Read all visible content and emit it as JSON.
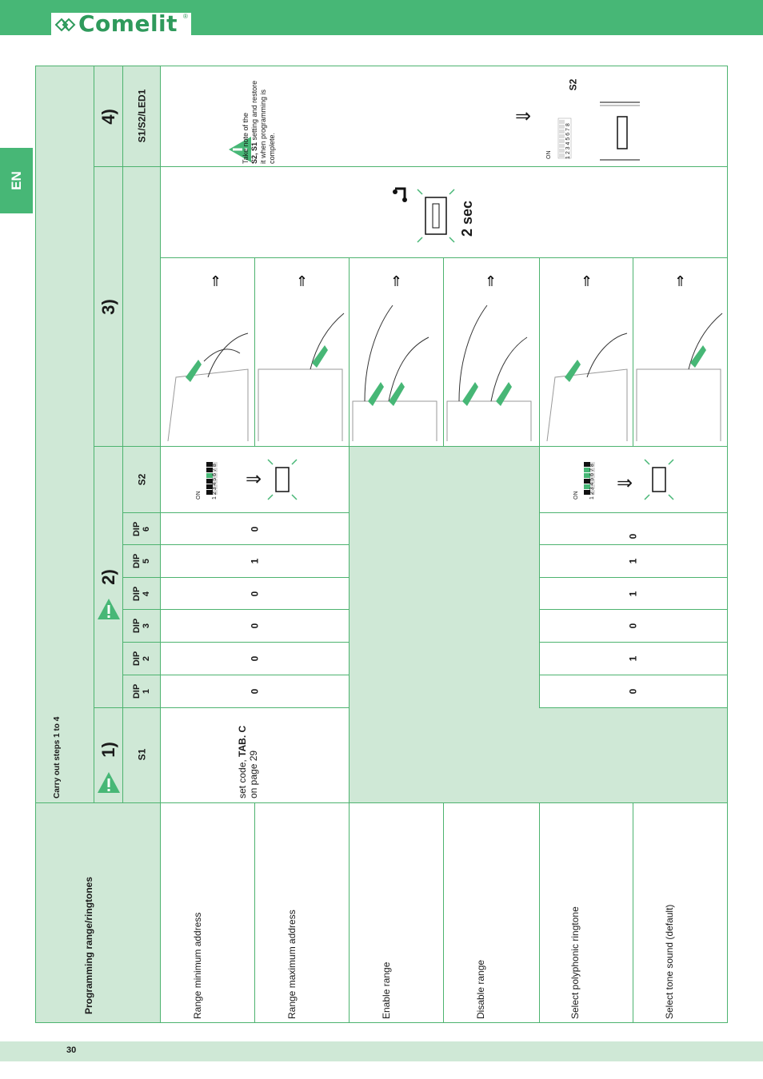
{
  "header": {
    "brand": "Comelit",
    "registered": "®"
  },
  "language_tab": "EN",
  "page_number": "30",
  "section_title": "Programming range/ringtones",
  "instruction": "Carry out steps 1 to 4",
  "steps": {
    "s1": "1)",
    "s2": "2)",
    "s3": "3)",
    "s4": "4)"
  },
  "columns": {
    "s1": "S1",
    "dip1": "DIP 1",
    "dip2": "DIP 2",
    "dip3": "DIP 3",
    "dip4": "DIP 4",
    "dip5": "DIP 5",
    "dip6": "DIP 6",
    "s2": "S2",
    "s1s2led1": "S1/S2/LED1"
  },
  "set_code": {
    "line1": "set  code,",
    "bold": "TAB. C",
    "line2": "on page 29"
  },
  "rows": [
    {
      "label": "Range minimum address"
    },
    {
      "label": "Range maximum address"
    },
    {
      "label": "Enable range"
    },
    {
      "label": "Disable range"
    },
    {
      "label": "Select polyphonic ringtone"
    },
    {
      "label": "Select tone sound (default)"
    }
  ],
  "dip_group_range": {
    "dip1": "0",
    "dip2": "0",
    "dip3": "0",
    "dip4": "0",
    "dip5": "1",
    "dip6": "0"
  },
  "dip_group_ringtone": {
    "dip1": [
      "0",
      "0"
    ],
    "dip2": [
      "1",
      ""
    ],
    "dip3": [
      "0",
      ""
    ],
    "dip4": [
      "1",
      ""
    ],
    "dip5": [
      "1",
      ""
    ],
    "dip6": [
      "0",
      ""
    ]
  },
  "switch_label": {
    "on": "ON",
    "numbers": "1 2 3 4 5 6 7 8"
  },
  "hold_time": "2 sec",
  "note": {
    "line1": "Take note of the",
    "line2_bold": "S2, S1",
    "line2": " setting and restore",
    "line3": "it  when  programming  is",
    "line4": "complete."
  },
  "s2_label_step4": "S2",
  "arrow": "⇒",
  "colors": {
    "green": "#47b776",
    "light_green": "#cfe8d6",
    "border": "#4db36f"
  }
}
